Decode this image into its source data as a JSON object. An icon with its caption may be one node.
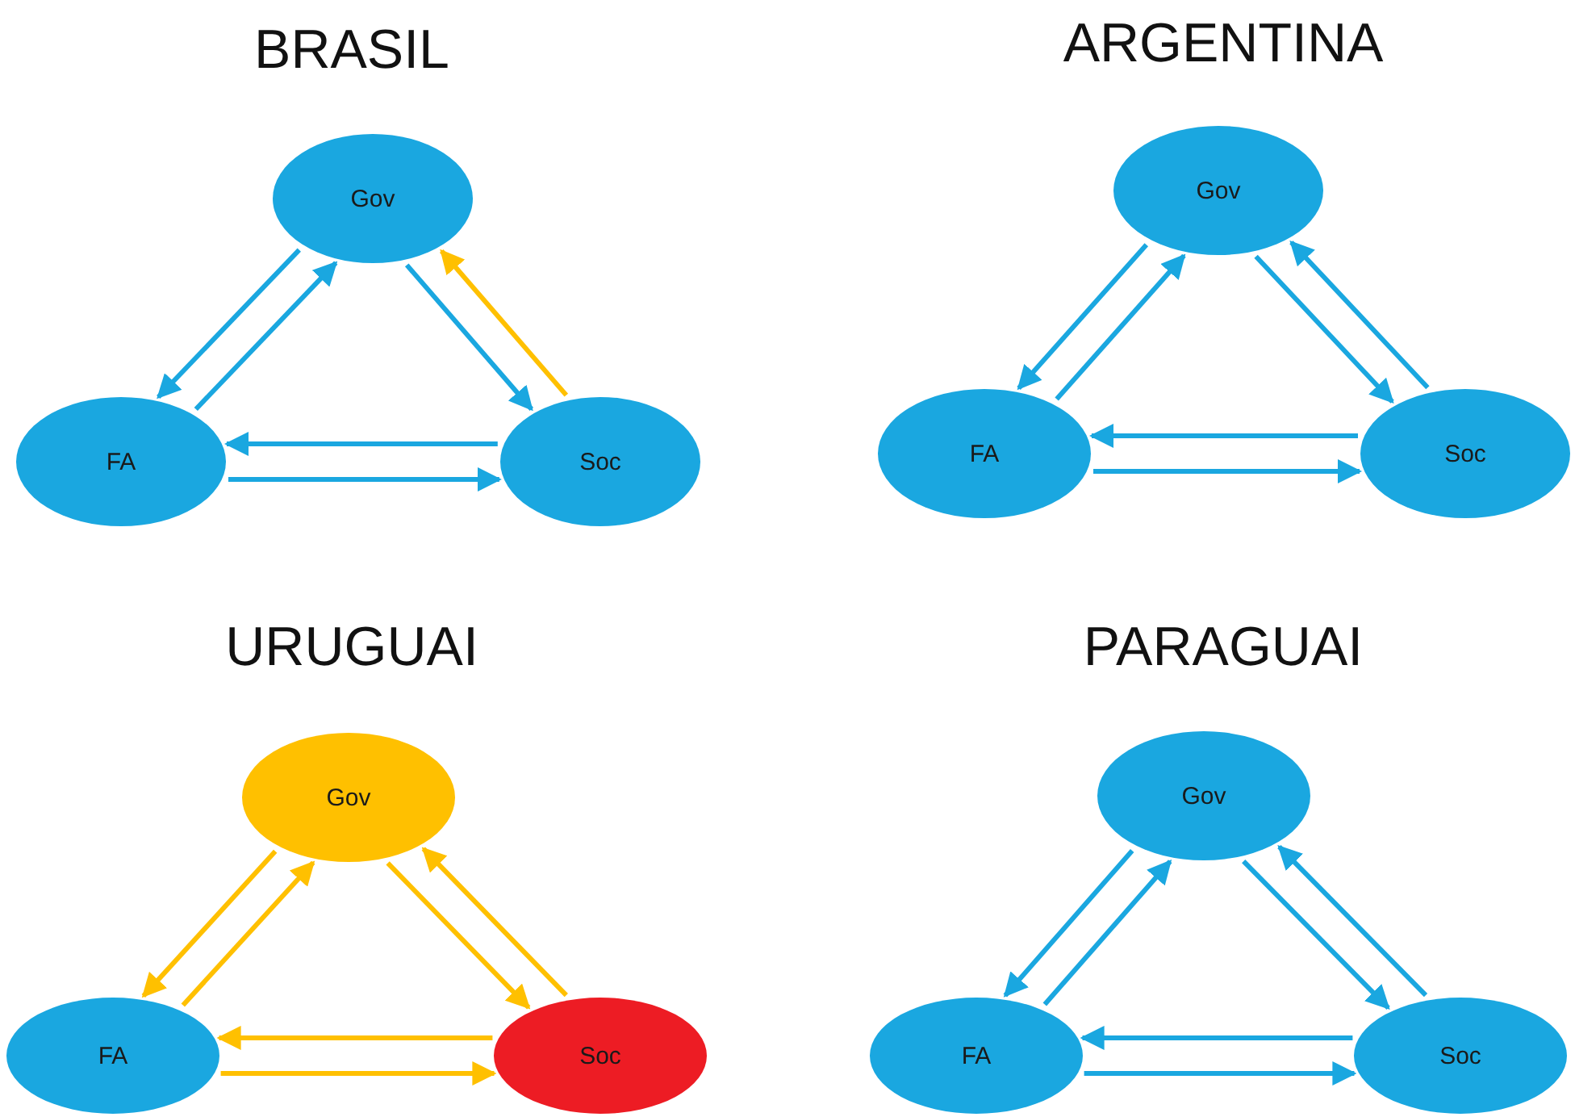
{
  "diagram": {
    "nodes": [
      {
        "text": [
          "Gov"
        ]
      },
      {
        "text": [
          "FA"
        ]
      },
      {
        "text": [
          "Soc"
        ]
      },
      {
        "text": [
          "Gov"
        ]
      },
      {
        "text": [
          "FA"
        ]
      },
      {
        "text": [
          "Soc"
        ]
      },
      {
        "text": [
          "Gov"
        ]
      },
      {
        "text": [
          "FA"
        ]
      },
      {
        "text": [
          "Soc"
        ]
      },
      {
        "text": [
          "Gov"
        ]
      },
      {
        "text": [
          "FA"
        ]
      },
      {
        "text": [
          "Soc"
        ]
      }
    ],
    "edges": [
      {
        "from": 1,
        "to": 0,
        "arrow": "to"
      },
      {
        "from": 0,
        "to": 1,
        "arrow": "to"
      },
      {
        "from": 0,
        "to": 2,
        "arrow": "to"
      },
      {
        "from": 2,
        "to": 0,
        "arrow": "to",
        "color": "#ffc000"
      },
      {
        "from": 1,
        "to": 2,
        "arrow": "to"
      },
      {
        "from": 2,
        "to": 1,
        "arrow": "to"
      },
      {
        "from": 4,
        "to": 3,
        "arrow": "to"
      },
      {
        "from": 3,
        "to": 4,
        "arrow": "to"
      },
      {
        "from": 3,
        "to": 5,
        "arrow": "to"
      },
      {
        "from": 5,
        "to": 3,
        "arrow": "to"
      },
      {
        "from": 4,
        "to": 5,
        "arrow": "to"
      },
      {
        "from": 5,
        "to": 4,
        "arrow": "to"
      },
      {
        "from": 7,
        "to": 6,
        "arrow": "to",
        "color": "#ffc000"
      },
      {
        "from": 6,
        "to": 7,
        "arrow": "to",
        "color": "#ffc000"
      },
      {
        "from": 6,
        "to": 8,
        "arrow": "to",
        "color": "#ffc000"
      },
      {
        "from": 8,
        "to": 6,
        "arrow": "to",
        "color": "#ffc000"
      },
      {
        "from": 7,
        "to": 8,
        "arrow": "to",
        "color": "#ffc000"
      },
      {
        "from": 8,
        "to": 7,
        "arrow": "to",
        "color": "#ffc000"
      },
      {
        "from": 10,
        "to": 9,
        "arrow": "to"
      },
      {
        "from": 9,
        "to": 10,
        "arrow": "to"
      },
      {
        "from": 9,
        "to": 11,
        "arrow": "to"
      },
      {
        "from": 11,
        "to": 9,
        "arrow": "to"
      },
      {
        "from": 10,
        "to": 11,
        "arrow": "to"
      },
      {
        "from": 11,
        "to": 10,
        "arrow": "to"
      }
    ],
    "labels": [
      "BRASIL",
      "ARGENTINA",
      "URUGUAI",
      "PARAGUAI"
    ]
  }
}
